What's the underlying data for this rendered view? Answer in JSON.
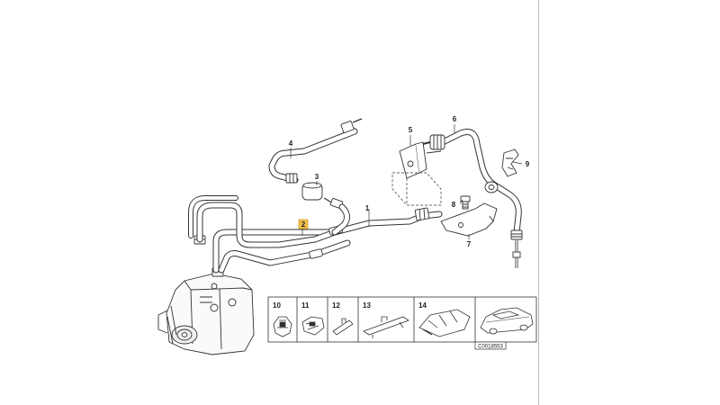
{
  "callouts": {
    "c1": "1",
    "c2": "2",
    "c3": "3",
    "c4": "4",
    "c5": "5",
    "c6": "6",
    "c7": "7",
    "c8": "8",
    "c9": "9"
  },
  "small_parts": {
    "p10": "10",
    "p11": "11",
    "p12": "12",
    "p13": "13",
    "p14": "14"
  },
  "part_code": "C0018553",
  "highlighted_part": "2"
}
